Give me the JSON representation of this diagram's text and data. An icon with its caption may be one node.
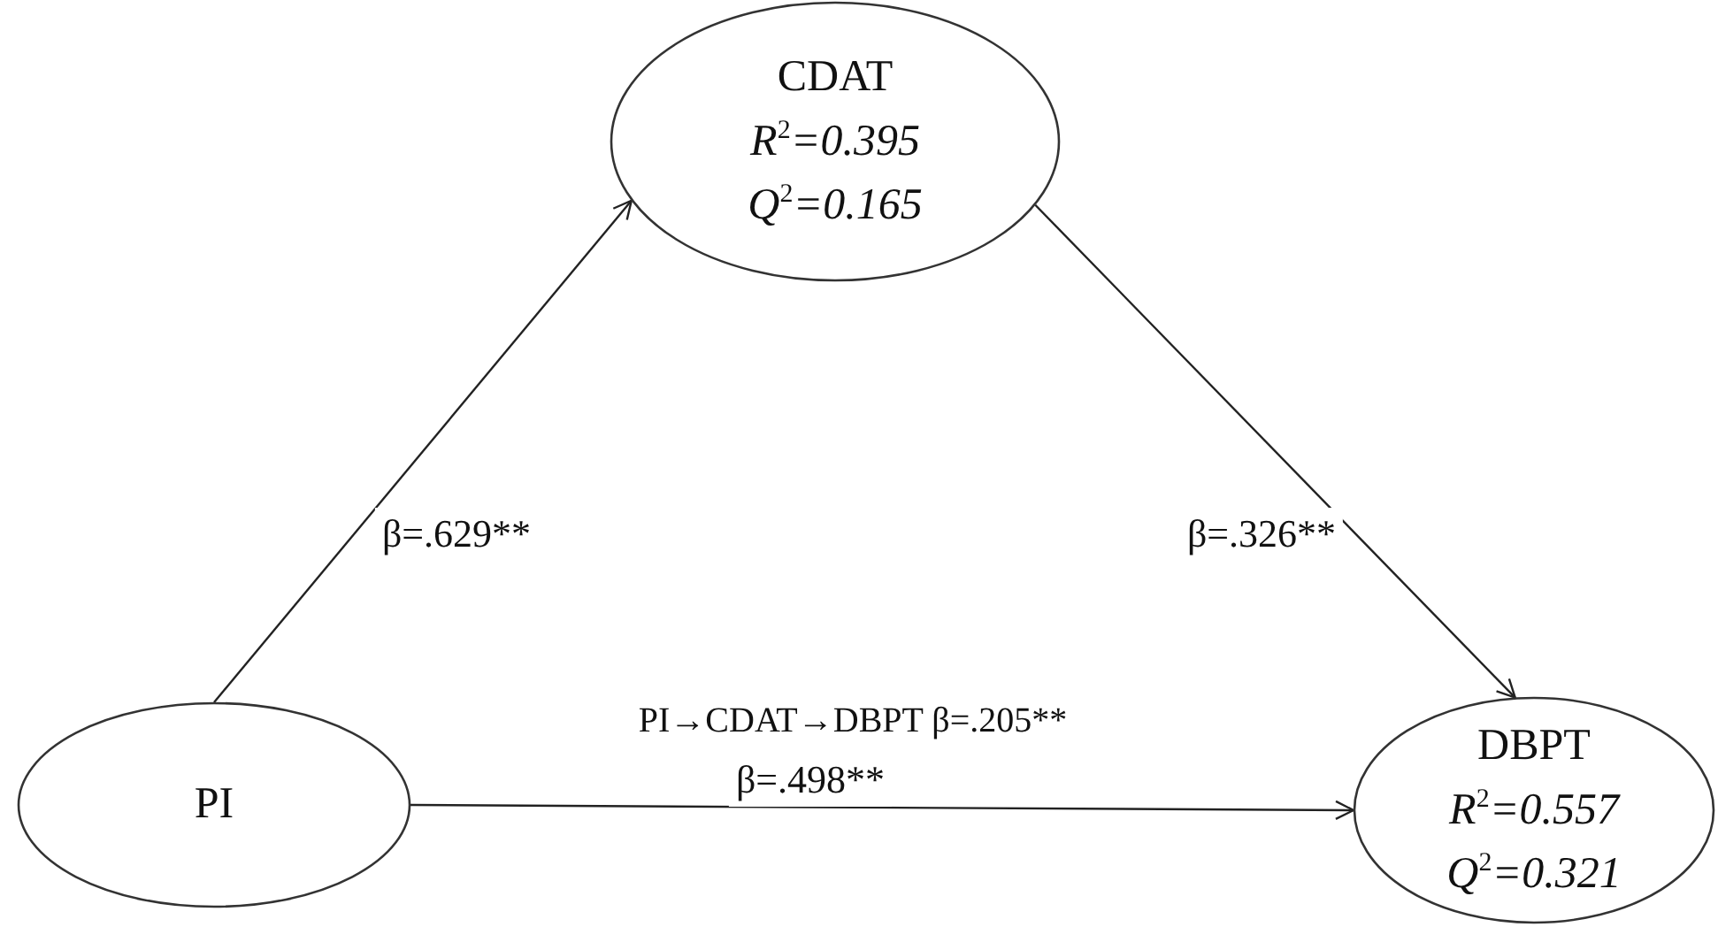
{
  "diagram": {
    "nodes": [
      {
        "text": [
          "CDAT",
          "*R*$^{2}$*=0.395*",
          "*Q*$^{2}$*=0.165*"
        ]
      },
      {
        "text": [
          "PI"
        ]
      },
      {
        "text": [
          "DBPT",
          "*R*$^{2}$*=0.557*",
          "*Q*$^{2}$*=0.321*"
        ]
      }
    ],
    "edges": [
      {
        "from": 1,
        "to": 0,
        "arrow": "to",
        "label": "β=.629**"
      },
      {
        "from": 0,
        "to": 2,
        "arrow": "to",
        "label": "β=.326**"
      },
      {
        "from": 1,
        "to": 2,
        "arrow": "to",
        "label": "β=.498**"
      }
    ],
    "labels": [
      "PI→CDAT→DBPT β=.205**"
    ]
  }
}
